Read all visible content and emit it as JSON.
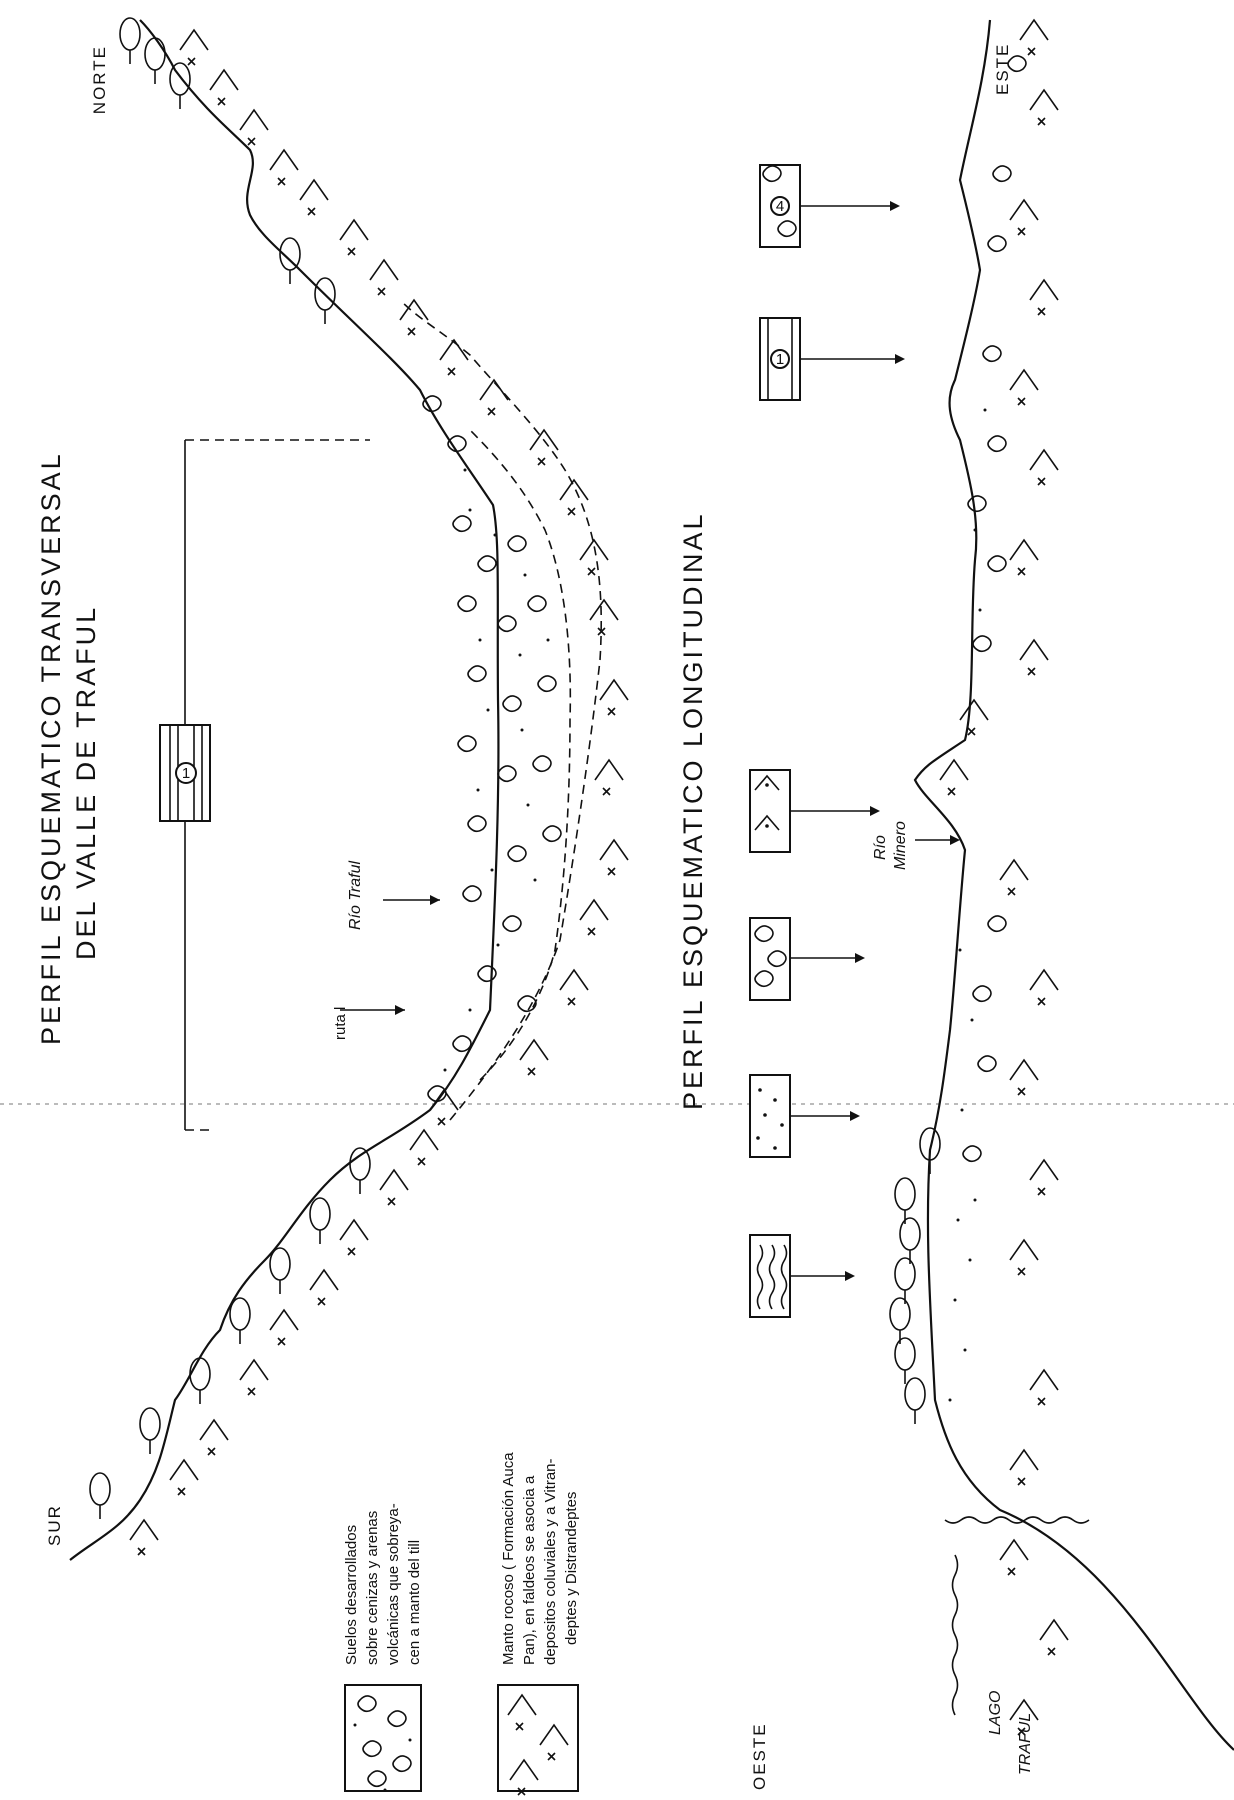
{
  "titles": {
    "transversal_line1": "PERFIL  ESQUEMATICO  TRANSVERSAL",
    "transversal_line2": "DEL  VALLE  DE  TRAFUL",
    "longitudinal": "PERFIL  ESQUEMATICO  LONGITUDINAL"
  },
  "orientation": {
    "norte": "NORTE",
    "sur": "SUR",
    "este": "ESTE",
    "oeste": "OESTE"
  },
  "labels": {
    "rio_traful": "Río Traful",
    "ruta": "ruta l",
    "rio_minero_1": "Río",
    "rio_minero_2": "Minero",
    "lago_1": "LAGO",
    "lago_2": "TRAFUL",
    "symbol_1": "1",
    "symbol_4": "4"
  },
  "legend": {
    "suelos": [
      "Suelos desarrollados",
      "sobre cenizas y arenas",
      "volcánicas que sobreya-",
      "cen a manto del till"
    ],
    "manto": [
      "Manto rocoso ( Formación Auca",
      "Pan), en faldeos se asocia a",
      "depositos coluviales y a Vitran-",
      "deptes  y  Distrandeptes"
    ]
  },
  "icons": [
    "tree-icon",
    "rock-v-symbol",
    "till-pattern",
    "sand-dot-pattern",
    "wave-pattern",
    "soil-symbol-1",
    "soil-symbol-4"
  ]
}
